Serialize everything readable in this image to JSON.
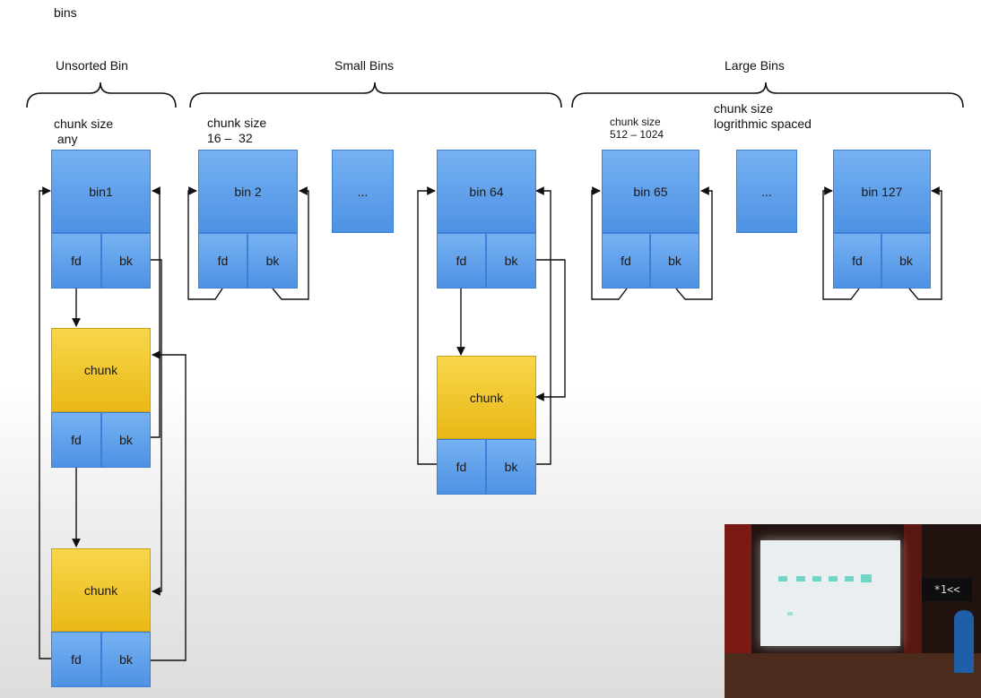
{
  "page": {
    "title": "bins"
  },
  "groups": {
    "unsorted": "Unsorted Bin",
    "small": "Small Bins",
    "large": "Large Bins"
  },
  "notes": {
    "unsorted_size": "chunk size\n any",
    "small_size": "chunk size\n16 –  32",
    "large65_size": "chunk size\n512 – 1024",
    "large_spacing": "chunk size\nlogrithmic spaced"
  },
  "bins": {
    "bin1": "bin1",
    "bin2": "bin 2",
    "ellipsis_small": "...",
    "bin64": "bin 64",
    "bin65": "bin 65",
    "ellipsis_large": "...",
    "bin127": "bin 127"
  },
  "fields": {
    "fd": "fd",
    "bk": "bk"
  },
  "chunk_label": "chunk",
  "video": {
    "logo_text": "*1<<"
  },
  "colors": {
    "bin_blue": "#5c9de9",
    "chunk_yellow": "#f2c830",
    "arrow": "#111111"
  }
}
